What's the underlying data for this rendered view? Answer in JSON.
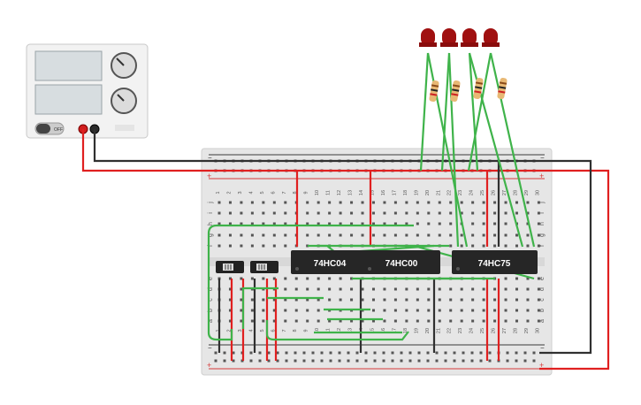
{
  "canvas_bg": "#ffffff",
  "colors": {
    "wire_red": "#e02020",
    "wire_black": "#303030",
    "wire_green": "#3fb34a",
    "board": "#e6e6e6",
    "chip": "#262626",
    "led": "#a01010"
  },
  "power_supply": {
    "switch_label": "OFF",
    "knob1_label_top": "",
    "knob2_label_top": ""
  },
  "chips": [
    {
      "id": "u1",
      "label": "74HC04"
    },
    {
      "id": "u2",
      "label": "74HC00"
    },
    {
      "id": "u3",
      "label": "74HC75"
    }
  ],
  "breadboard": {
    "row_letters_top": [
      "j",
      "i",
      "h",
      "g",
      "f"
    ],
    "row_letters_bottom": [
      "e",
      "d",
      "c",
      "b",
      "a"
    ],
    "column_numbers": [
      "1",
      "2",
      "3",
      "4",
      "5",
      "6",
      "7",
      "8",
      "9",
      "10",
      "11",
      "12",
      "13",
      "14",
      "15",
      "16",
      "17",
      "18",
      "19",
      "20",
      "21",
      "22",
      "23",
      "24",
      "25",
      "26",
      "27",
      "28",
      "29",
      "30"
    ],
    "rail_plus": "+",
    "rail_minus": "−"
  },
  "leds": [
    {
      "id": "led1",
      "color": "red"
    },
    {
      "id": "led2",
      "color": "red"
    },
    {
      "id": "led3",
      "color": "red"
    },
    {
      "id": "led4",
      "color": "red"
    }
  ],
  "switches": [
    {
      "id": "sw1"
    },
    {
      "id": "sw2"
    }
  ]
}
